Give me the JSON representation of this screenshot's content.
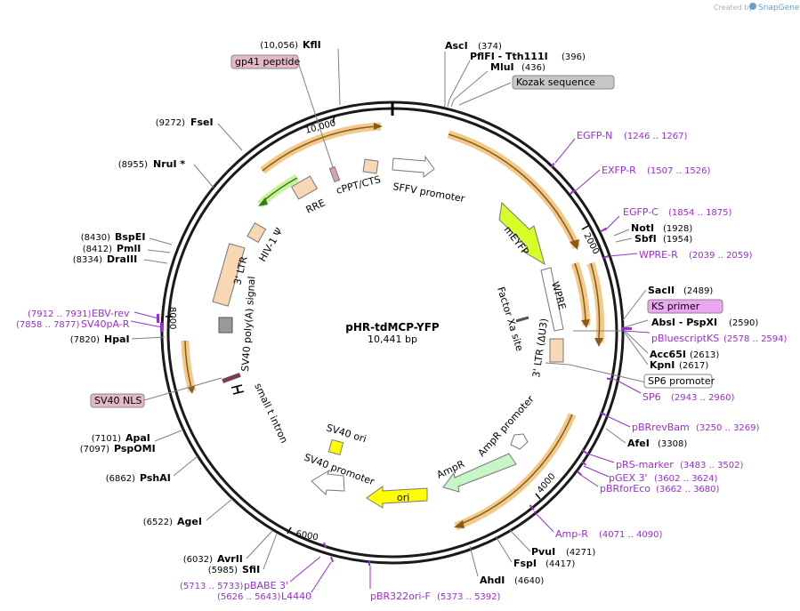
{
  "header": {
    "created_by": "Created by",
    "brand": "SnapGene"
  },
  "plasmid": {
    "name": "pHR-tdMCP-YFP",
    "length": "10,441 bp"
  },
  "ticks": [
    "10,000",
    "2000",
    "4000",
    "6000",
    "8000"
  ],
  "sites_right": [
    {
      "name": "AscI",
      "pos": "(374)"
    },
    {
      "name": "PflFI  - Tth111I",
      "pos": "(396)"
    },
    {
      "name": "MluI",
      "pos": "(436)"
    },
    {
      "name": "NotI",
      "pos": "(1928)"
    },
    {
      "name": "SbfI",
      "pos": "(1954)"
    },
    {
      "name": "SacII",
      "pos": "(2489)"
    },
    {
      "name": "AbsI  - PspXI",
      "pos": "(2590)"
    },
    {
      "name": "Acc65I",
      "pos": "(2613)"
    },
    {
      "name": "KpnI",
      "pos": "(2617)"
    },
    {
      "name": "AfeI",
      "pos": "(3308)"
    },
    {
      "name": "PvuI",
      "pos": "(4271)"
    },
    {
      "name": "FspI",
      "pos": "(4417)"
    },
    {
      "name": "AhdI",
      "pos": "(4640)"
    }
  ],
  "sites_left": [
    {
      "name": "KflI",
      "pos": "(10,056)"
    },
    {
      "name": "FseI",
      "pos": "(9272)"
    },
    {
      "name": "NruI *",
      "pos": "(8955)"
    },
    {
      "name": "BspEI",
      "pos": "(8430)"
    },
    {
      "name": "PmlI",
      "pos": "(8412)"
    },
    {
      "name": "DraIII",
      "pos": "(8334)"
    },
    {
      "name": "HpaI",
      "pos": "(7820)"
    },
    {
      "name": "ApaI",
      "pos": "(7101)"
    },
    {
      "name": "PspOMI",
      "pos": "(7097)"
    },
    {
      "name": "PshAI",
      "pos": "(6862)"
    },
    {
      "name": "AgeI",
      "pos": "(6522)"
    },
    {
      "name": "AvrII",
      "pos": "(6032)"
    },
    {
      "name": "SfiI",
      "pos": "(5985)"
    }
  ],
  "primers": [
    {
      "name": "EGFP-N",
      "pos": "(1246 .. 1267)"
    },
    {
      "name": "EXFP-R",
      "pos": "(1507 .. 1526)"
    },
    {
      "name": "EGFP-C",
      "pos": "(1854 .. 1875)"
    },
    {
      "name": "WPRE-R",
      "pos": "(2039 .. 2059)"
    },
    {
      "name": "pBluescriptKS",
      "pos": "(2578 .. 2594)"
    },
    {
      "name": "SP6",
      "pos": "(2943 .. 2960)"
    },
    {
      "name": "pBRrevBam",
      "pos": "(3250 .. 3269)"
    },
    {
      "name": "pRS-marker",
      "pos": "(3483 .. 3502)"
    },
    {
      "name": "pGEX 3'",
      "pos": "(3602 .. 3624)"
    },
    {
      "name": "pBRforEco",
      "pos": "(3662 .. 3680)"
    },
    {
      "name": "Amp-R",
      "pos": "(4071 .. 4090)"
    },
    {
      "name": "pBR322ori-F",
      "pos": "(5373 .. 5392)"
    },
    {
      "name": "L4440",
      "pos": "(5626 .. 5643)"
    },
    {
      "name": "pBABE 3'",
      "pos": "(5713 .. 5733)"
    },
    {
      "name": "SV40pA-R",
      "pos": "(7858 .. 7877)"
    },
    {
      "name": "EBV-rev",
      "pos": "(7912 .. 7931)"
    }
  ],
  "boxed_labels": {
    "kozak": "Kozak sequence",
    "gp41": "gp41 peptide",
    "ks_primer": "KS primer",
    "sp6_promoter": "SP6 promoter",
    "sv40_nls": "SV40 NLS"
  },
  "features": {
    "sffv": "SFFV promoter",
    "cppt": "cPPT/CTS",
    "rre": "RRE",
    "hiv_psi": "HIV-1 Ψ",
    "ltr3": "3' LTR",
    "sv40_polyA": "SV40 poly(A) signal",
    "small_t": "small t intron",
    "sv40_ori": "SV40 ori",
    "sv40_promoter": "SV40 promoter",
    "ori": "ori",
    "ampr": "AmpR",
    "ampr_promoter": "AmpR promoter",
    "ltr_du3": "3' LTR (ΔU3)",
    "factor_xa": "Factor Xa site",
    "wpre": "WPRE",
    "meyfp": "mEYFP"
  },
  "colors": {
    "backbone": "#1a1a1a",
    "orange_halo": "#f2c98a",
    "arrow_brown": "#8a5a14",
    "yellow_green": "#d6ff2a",
    "ori_yellow": "#ffff00",
    "ampr_green": "#c8f5c8",
    "ltr_peach": "#f8d7b5",
    "primer_purple": "#9a2fd0",
    "box_pink": "#e3b8c8",
    "box_gray": "#c6c6c6",
    "box_violet": "#eaa6f0"
  }
}
